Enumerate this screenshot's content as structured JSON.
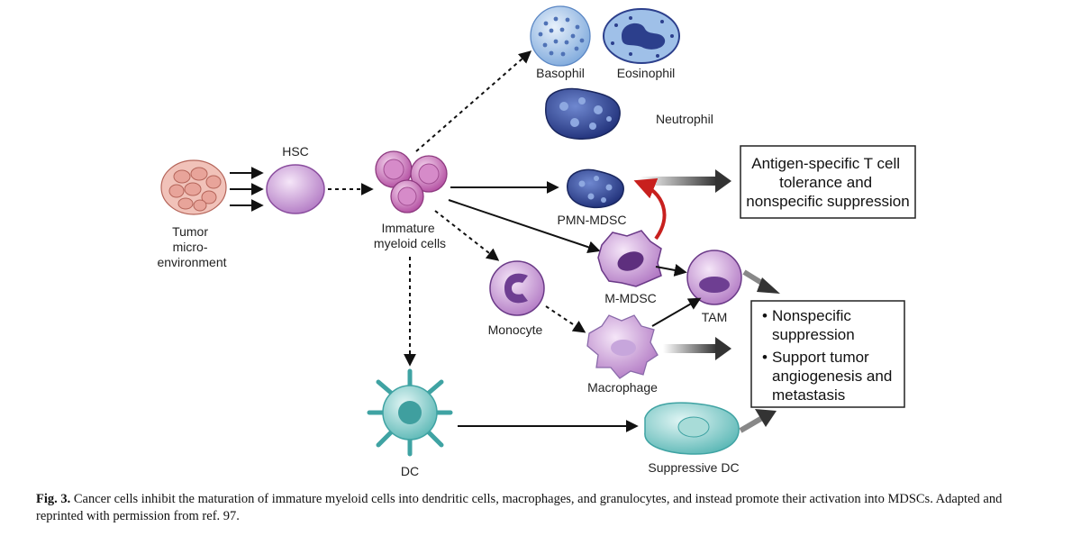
{
  "labels": {
    "tumor": [
      "Tumor",
      "micro-",
      "environment"
    ],
    "hsc": "HSC",
    "immature": [
      "Immature",
      "myeloid cells"
    ],
    "basophil": "Basophil",
    "eosinophil": "Eosinophil",
    "neutrophil": "Neutrophil",
    "pmn_mdsc": "PMN-MDSC",
    "m_mdsc": "M-MDSC",
    "monocyte": "Monocyte",
    "tam": "TAM",
    "macrophage": "Macrophage",
    "dc": "DC",
    "suppressive_dc": "Suppressive DC"
  },
  "boxes": {
    "antigen": [
      "Antigen-specific T cell",
      "tolerance and",
      "nonspecific suppression"
    ],
    "effects": [
      [
        "Nonspecific",
        "suppression"
      ],
      [
        "Support tumor",
        "angiogenesis and",
        "metastasis"
      ]
    ],
    "bullet": "•"
  },
  "caption": {
    "label": "Fig. 3.",
    "text": " Cancer cells inhibit the maturation of immature myeloid cells into dendritic cells, macrophages, and granulocytes, and instead promote their activation into MDSCs. Adapted and reprinted with permission from ref. 97."
  },
  "colors": {
    "tumor_fill": "#e8a49a",
    "tumor_stroke": "#b5655a",
    "purple_light": "#e4c8ec",
    "purple_mid": "#c48fd0",
    "purple_dark": "#8a4d9e",
    "magenta": "#c25fb2",
    "navy": "#2c3f8c",
    "blue_light": "#a8c8ec",
    "teal": "#6fc4c4",
    "teal_light": "#c8eae8",
    "red_arrow": "#c8201e"
  }
}
